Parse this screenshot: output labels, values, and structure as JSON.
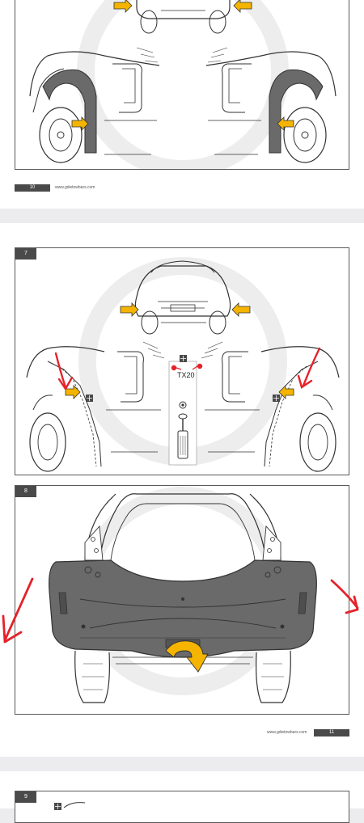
{
  "page_top": {
    "page_number": "10",
    "website": "www.gdwtowbars.com"
  },
  "page_middle": {
    "steps": [
      {
        "number": "7",
        "tool_label": "TX20"
      },
      {
        "number": "8"
      }
    ],
    "page_number": "11",
    "website": "www.gdwtowbars.com"
  },
  "page_bottom": {
    "step_number": "9"
  },
  "colors": {
    "arrow_yellow": "#f4b400",
    "annotation_red": "#e5222a",
    "bumper_gray": "#6a6a6a",
    "tag_gray": "#4a4a4a",
    "gap_gray": "#ececef"
  }
}
